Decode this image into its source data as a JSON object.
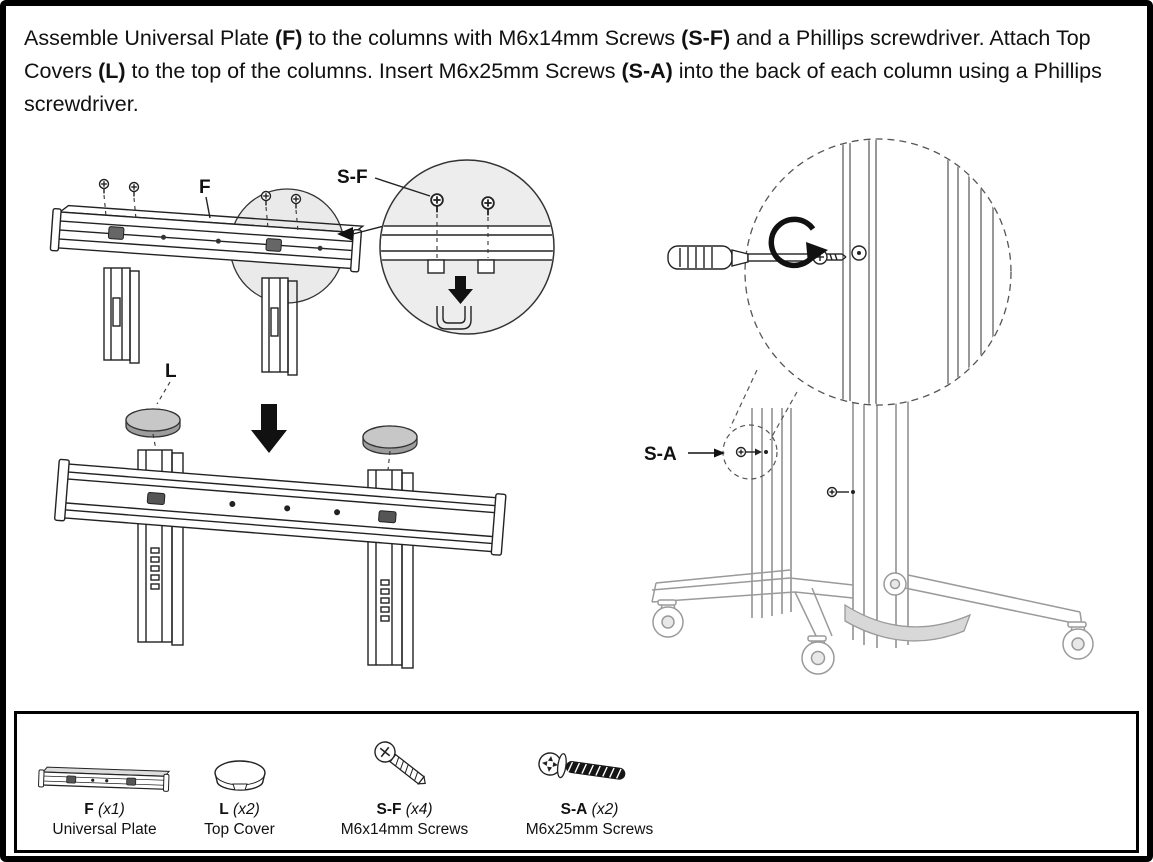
{
  "instructions": {
    "segments": [
      "Assemble Universal Plate ",
      "(F)",
      " to the columns with M6x14mm Screws ",
      "(S-F)",
      " and a Phillips screwdriver. Attach Top Covers ",
      "(L)",
      " to the top of the columns. Insert M6x25mm Screws ",
      "(S-A)",
      " into the back of each column using a Phillips screwdriver."
    ]
  },
  "diagram": {
    "labels": {
      "plate": "F",
      "screws_sf": "S-F",
      "top_cover": "L",
      "screws_sa": "S-A"
    }
  },
  "parts": {
    "items": [
      {
        "code": "F",
        "count": "(x1)",
        "name": "Universal Plate"
      },
      {
        "code": "L",
        "count": "(x2)",
        "name": "Top Cover"
      },
      {
        "code": "S-F",
        "count": "(x4)",
        "name": "M6x14mm Screws"
      },
      {
        "code": "S-A",
        "count": "(x2)",
        "name": "M6x25mm Screws"
      }
    ]
  },
  "colors": {
    "ink": "#1a1a1a",
    "border": "#000000",
    "highlight": "#ececec",
    "hardware_gray": "#9a9a9a"
  }
}
